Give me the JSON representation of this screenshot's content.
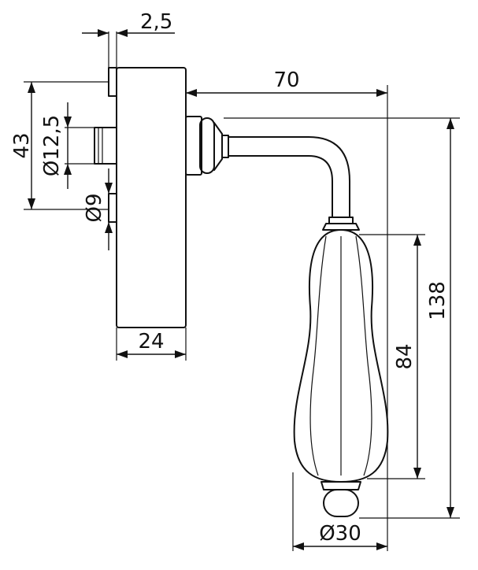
{
  "dimensions": {
    "flange_thickness": "2,5",
    "projection": "70",
    "rose_height": "43",
    "spindle_diameter": "Ø12,5",
    "screw_diameter": "Ø9",
    "rose_depth": "24",
    "grip_length": "84",
    "total_height": "138",
    "grip_diameter": "Ø30"
  }
}
